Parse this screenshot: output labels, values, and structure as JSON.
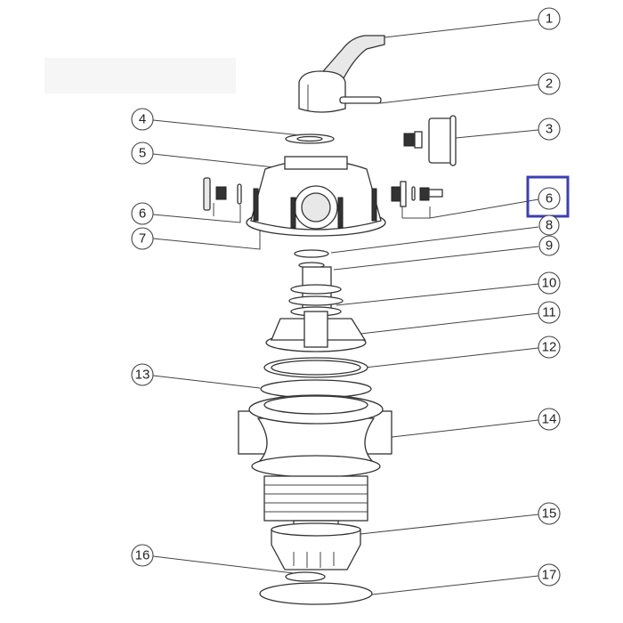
{
  "diagram": {
    "type": "exploded-parts-view",
    "highlight_color": "#3b3fb5",
    "callouts": [
      {
        "label": "1"
      },
      {
        "label": "2"
      },
      {
        "label": "3"
      },
      {
        "label": "4"
      },
      {
        "label": "5"
      },
      {
        "label": "6"
      },
      {
        "label": "6"
      },
      {
        "label": "7"
      },
      {
        "label": "8"
      },
      {
        "label": "9"
      },
      {
        "label": "10"
      },
      {
        "label": "11"
      },
      {
        "label": "12"
      },
      {
        "label": "13"
      },
      {
        "label": "14"
      },
      {
        "label": "15"
      },
      {
        "label": "16"
      },
      {
        "label": "17"
      }
    ],
    "highlighted_callout": "6"
  }
}
